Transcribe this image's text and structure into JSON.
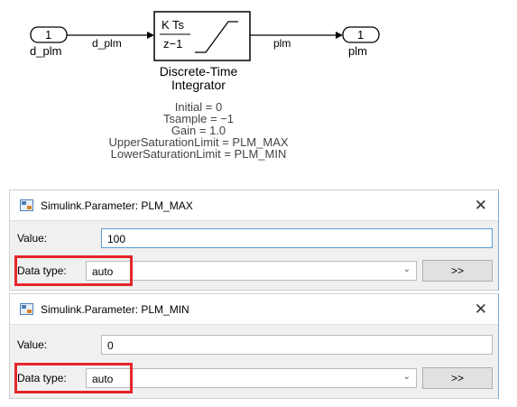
{
  "diagram": {
    "inport": {
      "number": "1",
      "name": "d_plm"
    },
    "input_signal": "d_plm",
    "block": {
      "numerator": "K Ts",
      "denominator": "z−1",
      "name_line1": "Discrete-Time",
      "name_line2": "Integrator",
      "params": [
        "Initial = 0",
        "Tsample = −1",
        "Gain = 1.0",
        "UpperSaturationLimit = PLM_MAX",
        "LowerSaturationLimit = PLM_MIN"
      ]
    },
    "output_signal": "plm",
    "outport": {
      "number": "1",
      "name": "plm"
    }
  },
  "dialogs": [
    {
      "title": "Simulink.Parameter: PLM_MAX",
      "close": "✕",
      "value_label": "Value:",
      "value": "100",
      "datatype_label": "Data type:",
      "datatype_value": "auto",
      "assist_button": ">>"
    },
    {
      "title": "Simulink.Parameter: PLM_MIN",
      "close": "✕",
      "value_label": "Value:",
      "value": "0",
      "datatype_label": "Data type:",
      "datatype_value": "auto",
      "assist_button": ">>"
    }
  ],
  "colors": {
    "highlight": "#e5262b",
    "focus_border": "#5b9bd5"
  }
}
